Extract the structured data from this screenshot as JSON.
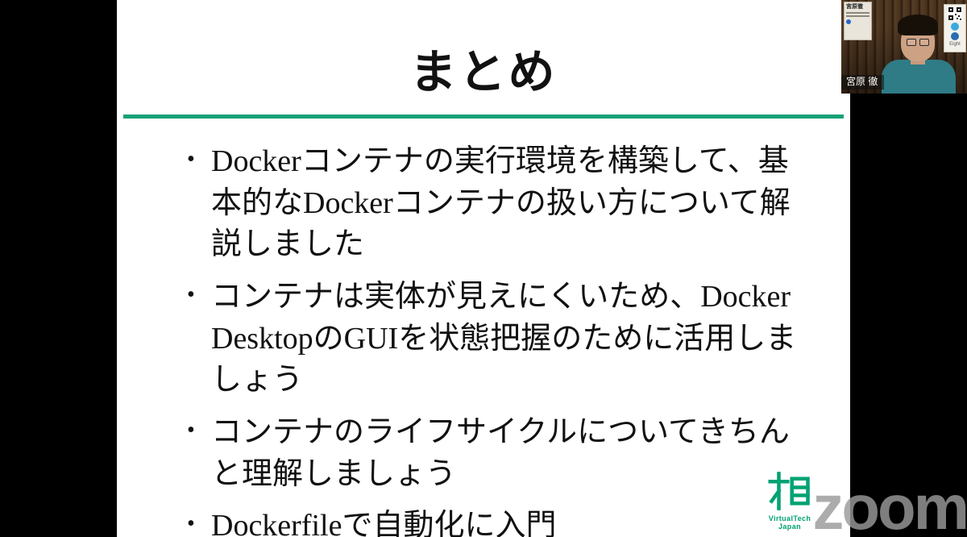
{
  "slide": {
    "title": "まとめ",
    "bullets": [
      "Dockerコンテナの実行環境を構築して、基本的なDockerコンテナの扱い方について解説しました",
      "コンテナは実体が見えにくいため、Docker DesktopのGUIを状態把握のために活用しましょう",
      "コンテナのライフサイクルについてきちんと理解しましょう",
      "Dockerfileで自動化に入門"
    ],
    "logo_text": "VirtualTech Japan"
  },
  "webcam": {
    "name_label": "宮原 徹",
    "poster_title": "宮原徹",
    "badge_label": "Eight"
  },
  "watermark_text": "zoom",
  "colors": {
    "accent_green": "#17a277",
    "logo_green": "#00a273",
    "shirt_teal": "#2f7b86",
    "background": "#000000"
  }
}
